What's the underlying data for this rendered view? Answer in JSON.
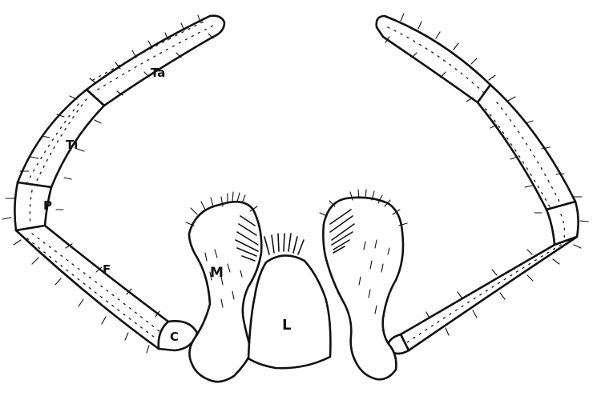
{
  "labels": {
    "tarsus": "Ta",
    "tibia": "Ti",
    "patella": "P",
    "femur": "F",
    "coxa": "C",
    "maxilla": "M",
    "labium": "L"
  }
}
